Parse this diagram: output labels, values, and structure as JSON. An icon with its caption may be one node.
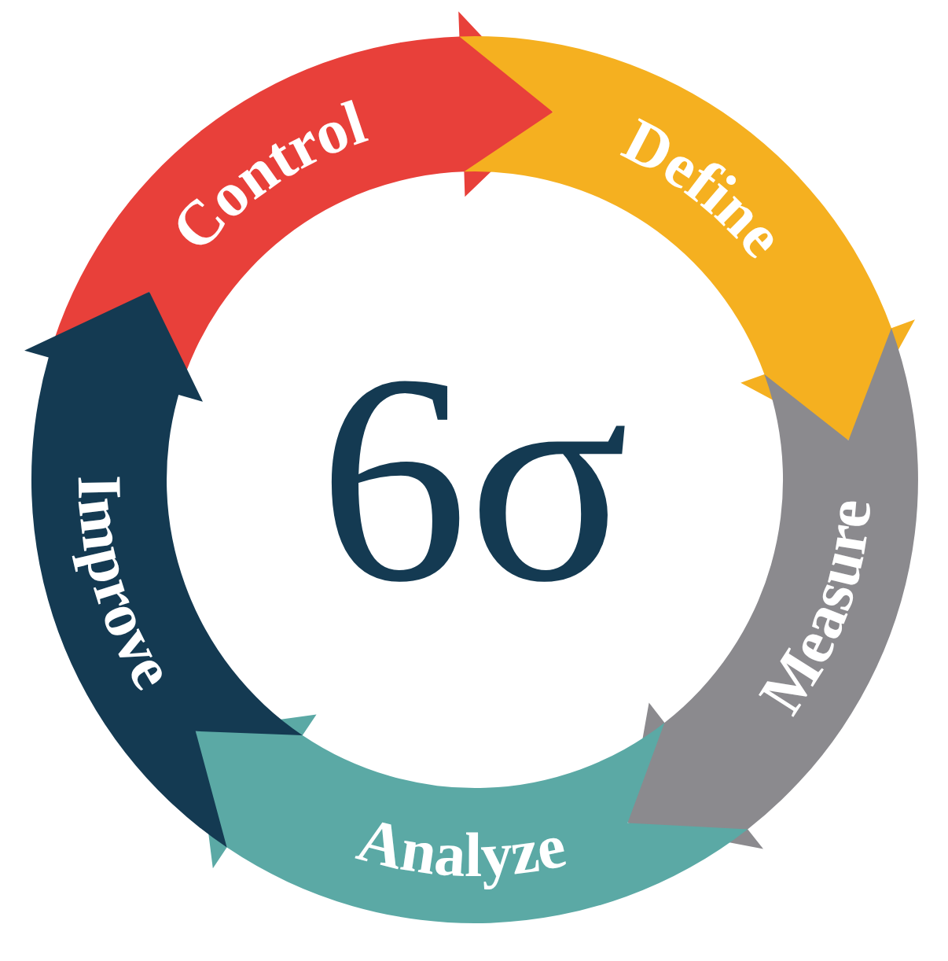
{
  "diagram": {
    "nodes": [
      {
        "text": [
          "Control"
        ]
      },
      {
        "text": [
          "Define"
        ]
      },
      {
        "text": [
          "Measure"
        ]
      },
      {
        "text": [
          "Analyze"
        ]
      },
      {
        "text": [
          "Improve"
        ]
      }
    ],
    "labels": [
      "6σ"
    ]
  }
}
